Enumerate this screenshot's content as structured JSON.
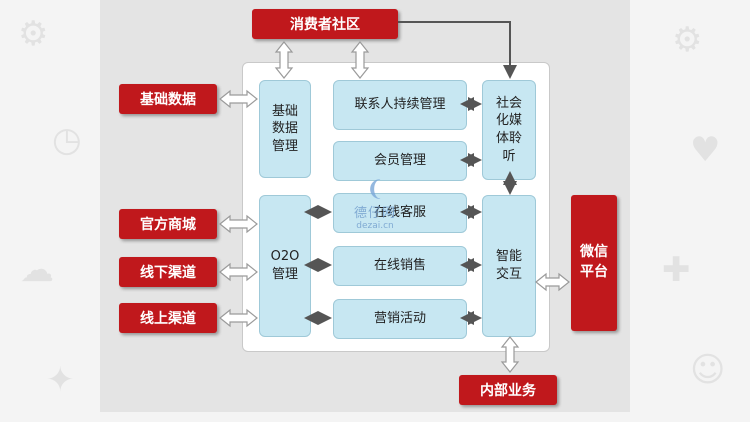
{
  "consumer_community": "消费者社区",
  "basic_data": "基础数据",
  "official_mall": "官方商城",
  "offline_channel": "线下渠道",
  "online_channel": "线上渠道",
  "wechat_platform": "微信平台",
  "internal_business": "内部业务",
  "basic_data_mgmt": "基础数据管理",
  "contact_mgmt": "联系人持续管理",
  "member_mgmt": "会员管理",
  "social_listening": "社会化媒体聆听",
  "o2o_mgmt": "O2O管理",
  "online_service": "在线客服",
  "online_sales": "在线销售",
  "marketing": "营销活动",
  "smart_interaction": "智能交互",
  "watermark": {
    "cn": "德仔网",
    "en": "dezai.cn"
  },
  "colors": {
    "red": "#c0181c",
    "blue": "#c7e7f2",
    "arrow": "#555555"
  }
}
